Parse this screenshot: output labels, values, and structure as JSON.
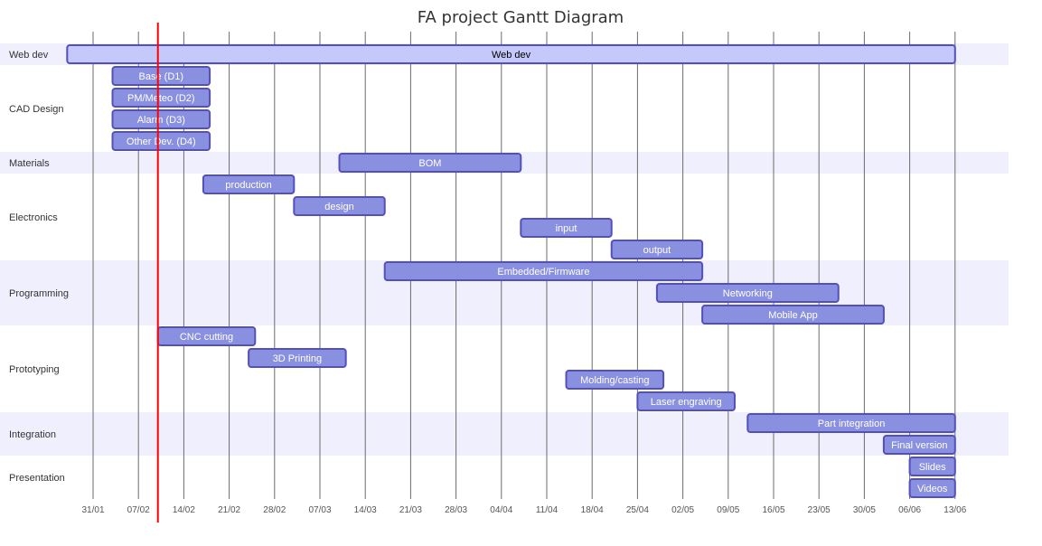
{
  "title": "FA project Gantt Diagram",
  "colors": {
    "band_a": "#efeffd",
    "band_b": "#ffffcc",
    "task_fill": "#8a90e0",
    "task_fill_light": "#c5c8fa",
    "task_stroke": "#534fbc",
    "grid": "#6b6b6b",
    "today": "#ff0000"
  },
  "ticks": [
    "31/01",
    "07/02",
    "14/02",
    "21/02",
    "28/02",
    "07/03",
    "14/03",
    "21/03",
    "28/03",
    "04/04",
    "11/04",
    "18/04",
    "25/04",
    "02/05",
    "09/05",
    "16/05",
    "23/05",
    "30/05",
    "06/06",
    "13/06"
  ],
  "today": "2023-02-10",
  "sections": [
    {
      "name": "Web dev",
      "tasks": [
        {
          "label": "Web dev",
          "start": "2023-01-27",
          "end": "2023-06-13"
        }
      ]
    },
    {
      "name": "CAD Design",
      "tasks": [
        {
          "label": "Base (D1)",
          "start": "2023-02-03",
          "end": "2023-02-18"
        },
        {
          "label": "PM/Meteo (D2)",
          "start": "2023-02-03",
          "end": "2023-02-18"
        },
        {
          "label": "Alarm (D3)",
          "start": "2023-02-03",
          "end": "2023-02-18"
        },
        {
          "label": "Other Dev. (D4)",
          "start": "2023-02-03",
          "end": "2023-02-18"
        }
      ]
    },
    {
      "name": "Materials",
      "tasks": [
        {
          "label": "BOM",
          "start": "2023-03-10",
          "end": "2023-04-07"
        }
      ]
    },
    {
      "name": "Electronics",
      "tasks": [
        {
          "label": "production",
          "start": "2023-02-17",
          "end": "2023-03-03"
        },
        {
          "label": "design",
          "start": "2023-03-03",
          "end": "2023-03-17"
        },
        {
          "label": "input",
          "start": "2023-04-07",
          "end": "2023-04-21"
        },
        {
          "label": "output",
          "start": "2023-04-21",
          "end": "2023-05-05"
        }
      ]
    },
    {
      "name": "Programming",
      "tasks": [
        {
          "label": "Embedded/Firmware",
          "start": "2023-03-17",
          "end": "2023-05-05"
        },
        {
          "label": "Networking",
          "start": "2023-04-28",
          "end": "2023-05-26"
        },
        {
          "label": "Mobile App",
          "start": "2023-05-05",
          "end": "2023-06-02"
        }
      ]
    },
    {
      "name": "Prototyping",
      "tasks": [
        {
          "label": "CNC cutting",
          "start": "2023-02-10",
          "end": "2023-02-25"
        },
        {
          "label": "3D Printing",
          "start": "2023-02-24",
          "end": "2023-03-11"
        },
        {
          "label": "Molding/casting",
          "start": "2023-04-14",
          "end": "2023-04-29"
        },
        {
          "label": "Laser engraving",
          "start": "2023-04-25",
          "end": "2023-05-10"
        }
      ]
    },
    {
      "name": "Integration",
      "tasks": [
        {
          "label": "Part integration",
          "start": "2023-05-12",
          "end": "2023-06-13"
        },
        {
          "label": "Final version",
          "start": "2023-06-02",
          "end": "2023-06-13"
        }
      ]
    },
    {
      "name": "Presentation",
      "tasks": [
        {
          "label": "Slides",
          "start": "2023-06-06",
          "end": "2023-06-13"
        },
        {
          "label": "Videos",
          "start": "2023-06-06",
          "end": "2023-06-13"
        }
      ]
    }
  ]
}
